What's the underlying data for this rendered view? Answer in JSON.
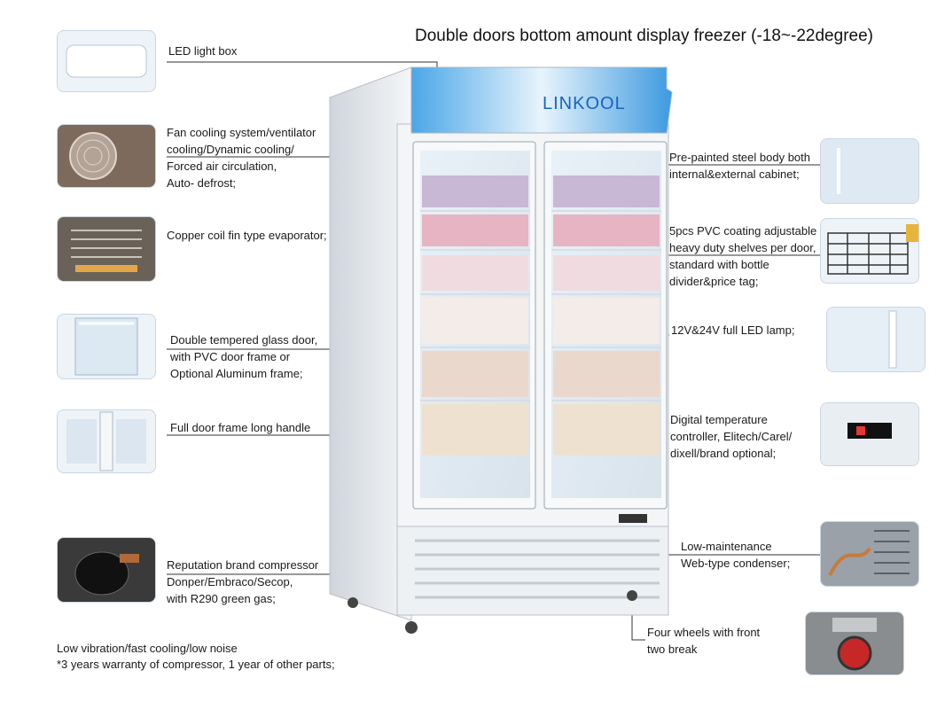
{
  "title": "Double doors bottom amount display freezer (-18~-22degree)",
  "brand": "LINKOOL",
  "features": {
    "led_light_box": "LED light box",
    "fan_cooling": [
      "Fan cooling system/ventilator",
      "cooling/Dynamic cooling/",
      "Forced air circulation,",
      "Auto- defrost;"
    ],
    "evaporator": "Copper coil fin type evaporator;",
    "glass_door": [
      "Double tempered glass door,",
      "with PVC door frame or",
      "Optional Aluminum frame;"
    ],
    "handle": "Full door frame long handle",
    "compressor": [
      "Reputation brand compressor",
      "Donper/Embraco/Secop,",
      "with R290 green gas;"
    ],
    "steel_body": [
      "Pre-painted steel body both",
      "internal&external cabinet;"
    ],
    "shelves": [
      "5pcs PVC coating adjustable",
      "heavy duty shelves per door,",
      "standard with bottle",
      "divider&price tag;"
    ],
    "led_lamp": "12V&24V full LED lamp;",
    "temp_controller": [
      "Digital temperature",
      "controller, Elitech/Carel/",
      "dixell/brand optional;"
    ],
    "condenser": [
      "Low-maintenance",
      "Web-type condenser;"
    ],
    "wheels": [
      "Four wheels with front",
      "two break"
    ]
  },
  "footer_notes": [
    "Low vibration/fast cooling/low noise",
    "*3 years warranty of compressor, 1 year of other parts;"
  ],
  "colors": {
    "accent_blue": "#1e88e5",
    "line": "#333333",
    "cabinet": "#f2f4f6"
  },
  "icons": [
    "fan-icon",
    "evaporator-icon",
    "compressor-icon",
    "shelf-icon",
    "wheel-icon",
    "controller-icon"
  ]
}
